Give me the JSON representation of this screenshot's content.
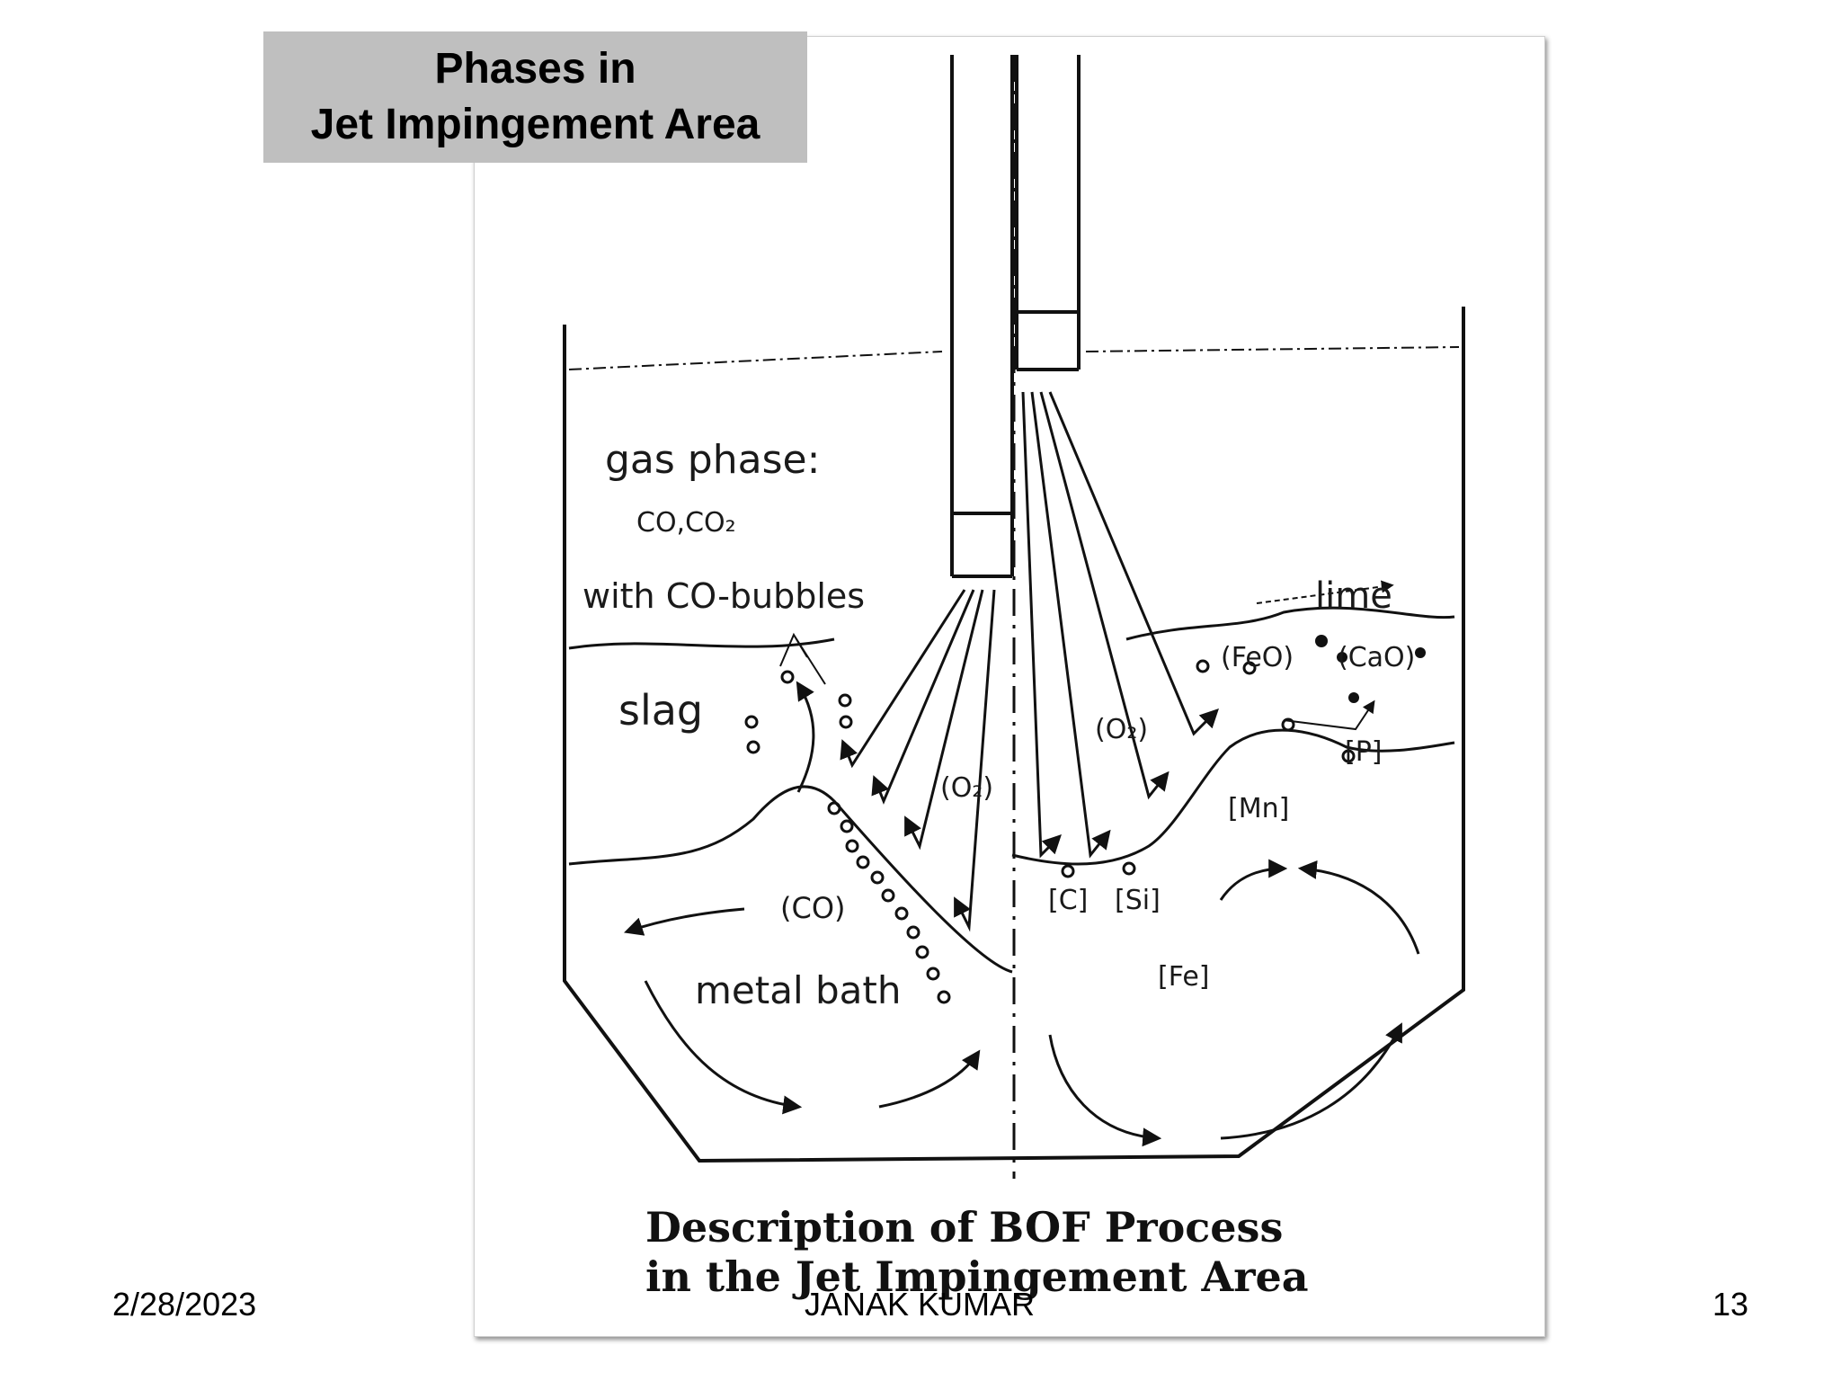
{
  "title": {
    "line1": "Phases in",
    "line2": "Jet Impingement Area"
  },
  "figure": {
    "labels": {
      "gas_phase": "gas phase:",
      "gas_species": "CO,CO₂",
      "co_bubbles": "with CO-bubbles",
      "slag": "slag",
      "lime": "lime",
      "feo": "(FeO)",
      "cao": "(CaO)",
      "o2_right": "(O₂)",
      "o2_left": "(O₂)",
      "p": "[P]",
      "mn": "[Mn]",
      "c": "[C]",
      "si": "[Si]",
      "co": "(CO)",
      "metal_bath": "metal bath",
      "fe": "[Fe]"
    },
    "caption": {
      "line1": "Description of BOF Process",
      "line2": "in the Jet Impingement Area"
    }
  },
  "footer": {
    "date": "2/28/2023",
    "author": "JANAK KUMAR",
    "page": "13"
  }
}
